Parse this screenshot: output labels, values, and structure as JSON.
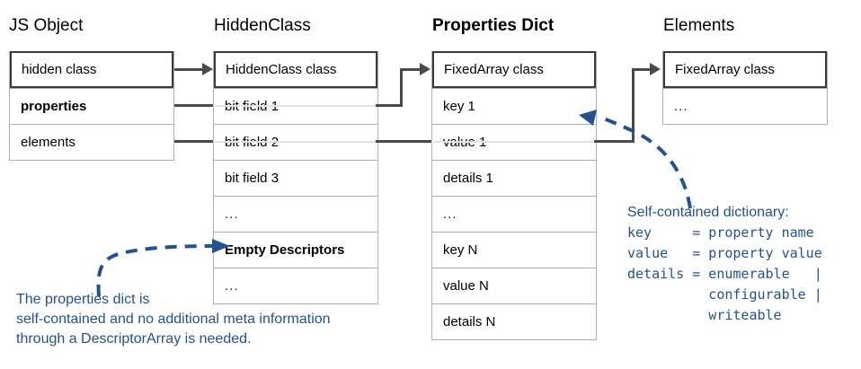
{
  "columns": [
    {
      "title": "JS Object",
      "title_bold": false,
      "rows": [
        {
          "label": "hidden class",
          "style": "head"
        },
        {
          "label": "properties",
          "style": "bold"
        },
        {
          "label": "elements",
          "style": "plain"
        }
      ]
    },
    {
      "title": "HiddenClass",
      "title_bold": false,
      "rows": [
        {
          "label": "HiddenClass class",
          "style": "head"
        },
        {
          "label": "bit field 1",
          "style": "plain"
        },
        {
          "label": "bit field 2",
          "style": "plain"
        },
        {
          "label": "bit field 3",
          "style": "plain"
        },
        {
          "label": "...",
          "style": "dots"
        },
        {
          "label": "Empty Descriptors",
          "style": "bold"
        },
        {
          "label": "...",
          "style": "dots"
        }
      ]
    },
    {
      "title": "Properties Dict",
      "title_bold": true,
      "rows": [
        {
          "label": "FixedArray class",
          "style": "head"
        },
        {
          "label": "key 1",
          "style": "plain"
        },
        {
          "label": "value 1",
          "style": "plain"
        },
        {
          "label": "details 1",
          "style": "plain"
        },
        {
          "label": "...",
          "style": "dots"
        },
        {
          "label": "key N",
          "style": "plain"
        },
        {
          "label": "value N",
          "style": "plain"
        },
        {
          "label": "details N",
          "style": "plain"
        }
      ]
    },
    {
      "title": "Elements",
      "title_bold": false,
      "rows": [
        {
          "label": "FixedArray class",
          "style": "head"
        },
        {
          "label": "...",
          "style": "dots"
        }
      ]
    }
  ],
  "annotations": {
    "accent_color": "#24528f",
    "bottom_left": {
      "line1": "The properties dict is",
      "line2": "self-contained and no additional meta information",
      "line3": "through a DescriptorArray is needed."
    },
    "right": {
      "heading": "Self-contained dictionary:",
      "line1": "key     = property name",
      "line2": "value   = property value",
      "line3": "details = enumerable   |",
      "line4": "          configurable |",
      "line5": "          writeable"
    }
  }
}
